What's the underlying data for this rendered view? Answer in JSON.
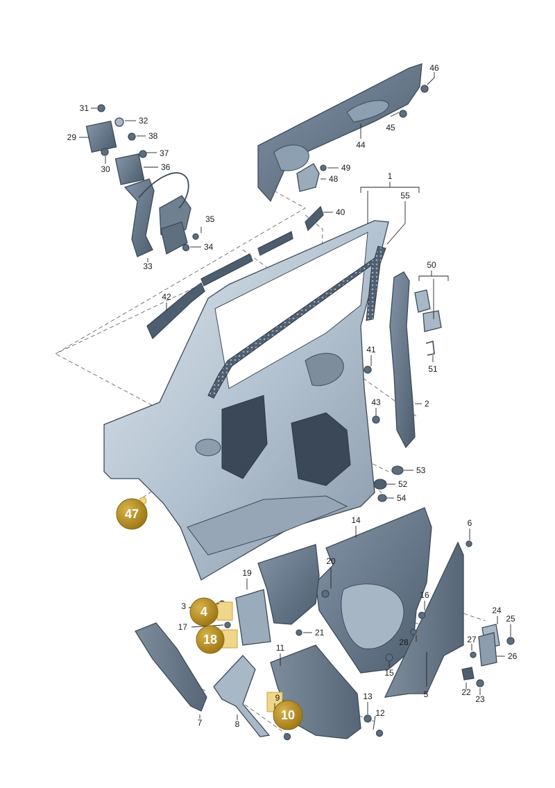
{
  "colors": {
    "panel_light": "#c7d3de",
    "panel_mid": "#9aabbb",
    "panel_dark": "#5d6e7f",
    "foam": "#6f7f8e",
    "badge": "#b8901f",
    "badge_highlight": "#f0d68a"
  },
  "labels": {
    "l1": "1",
    "l2": "2",
    "l3": "3",
    "l5": "5",
    "l6": "6",
    "l7": "7",
    "l8": "8",
    "l9": "9",
    "l11": "11",
    "l12": "12",
    "l13": "13",
    "l14": "14",
    "l15": "15",
    "l16": "16",
    "l17": "17",
    "l19": "19",
    "l20": "20",
    "l21": "21",
    "l22": "22",
    "l23": "23",
    "l24": "24",
    "l25": "25",
    "l26": "26",
    "l27": "27",
    "l28": "28",
    "l29": "29",
    "l30": "30",
    "l31": "31",
    "l32": "32",
    "l33": "33",
    "l34": "34",
    "l35": "35",
    "l36": "36",
    "l37": "37",
    "l38": "38",
    "l40": "40",
    "l41": "41",
    "l42": "42",
    "l43": "43",
    "l44": "44",
    "l45": "45",
    "l46": "46",
    "l48": "48",
    "l49": "49",
    "l50": "50",
    "l51": "51",
    "l52": "52",
    "l53": "53",
    "l54": "54",
    "l55": "55"
  },
  "badges": {
    "b4": "4",
    "b10": "10",
    "b18": "18",
    "b47": "47"
  }
}
